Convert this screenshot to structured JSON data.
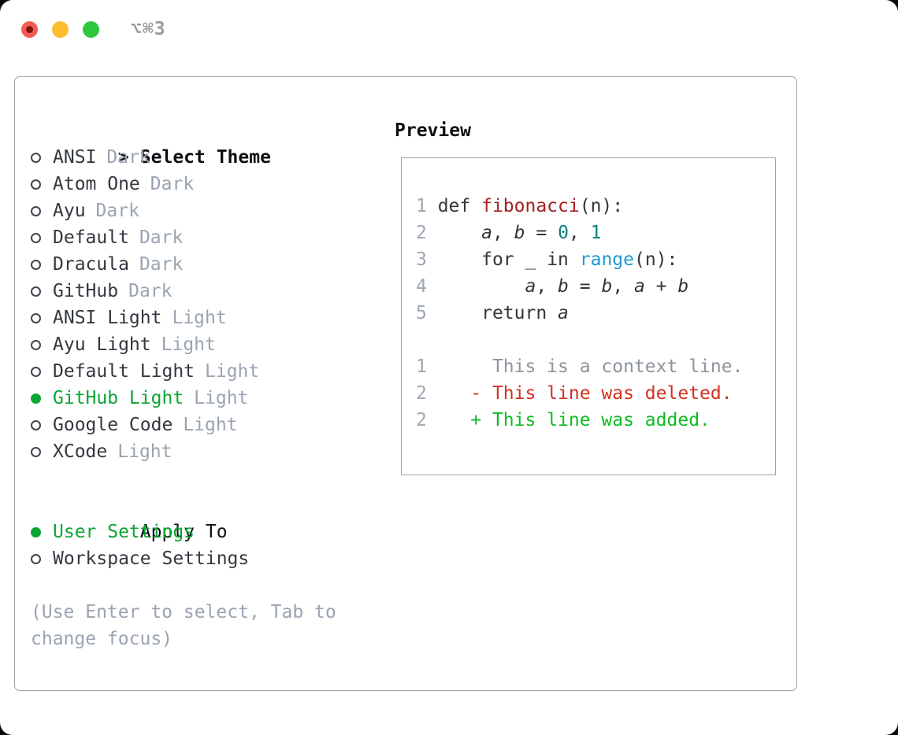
{
  "titlebar": {
    "title": "⌥⌘3",
    "buttons": [
      "close",
      "minimize",
      "zoom"
    ]
  },
  "colors": {
    "selected_green": "#0aa534",
    "added_green": "#0cbc20",
    "deleted_red": "#d2301f",
    "function_red": "#a51d1d",
    "builtin_blue": "#1f9bd1",
    "number_teal": "#0a8181",
    "border_gray": "#9ba3ae",
    "muted_gray": "#9aa4b1",
    "traffic_red": "#f35c53",
    "traffic_yellow": "#fdbc2f",
    "traffic_green": "#2dc63e"
  },
  "theme_selector": {
    "cursor": ">",
    "header": "Select Theme",
    "items": [
      {
        "label": "ANSI",
        "variant": "Dark",
        "selected": false
      },
      {
        "label": "Atom One",
        "variant": "Dark",
        "selected": false
      },
      {
        "label": "Ayu",
        "variant": "Dark",
        "selected": false
      },
      {
        "label": "Default",
        "variant": "Dark",
        "selected": false
      },
      {
        "label": "Dracula",
        "variant": "Dark",
        "selected": false
      },
      {
        "label": "GitHub",
        "variant": "Dark",
        "selected": false
      },
      {
        "label": "ANSI Light",
        "variant": "Light",
        "selected": false
      },
      {
        "label": "Ayu Light",
        "variant": "Light",
        "selected": false
      },
      {
        "label": "Default Light",
        "variant": "Light",
        "selected": false
      },
      {
        "label": "GitHub Light",
        "variant": "Light",
        "selected": true
      },
      {
        "label": "Google Code",
        "variant": "Light",
        "selected": false
      },
      {
        "label": "XCode",
        "variant": "Light",
        "selected": false
      }
    ]
  },
  "apply_to": {
    "header": "Apply To",
    "options": [
      {
        "label": "User Settings",
        "selected": true
      },
      {
        "label": "Workspace Settings",
        "selected": false
      }
    ]
  },
  "help": {
    "line1": "(Use Enter to select, Tab to",
    "line2": "change focus)"
  },
  "preview": {
    "header": "Preview",
    "lines": [
      {
        "num": "1",
        "segments": [
          {
            "text": "def ",
            "style": "keyword"
          },
          {
            "text": "fibonacci",
            "style": "function"
          },
          {
            "text": "(n):",
            "style": "plain"
          }
        ]
      },
      {
        "num": "2",
        "segments": [
          {
            "text": "    ",
            "style": "plain"
          },
          {
            "text": "a",
            "style": "var"
          },
          {
            "text": ", ",
            "style": "plain"
          },
          {
            "text": "b",
            "style": "var"
          },
          {
            "text": " = ",
            "style": "plain"
          },
          {
            "text": "0",
            "style": "number"
          },
          {
            "text": ", ",
            "style": "plain"
          },
          {
            "text": "1",
            "style": "number"
          }
        ]
      },
      {
        "num": "3",
        "segments": [
          {
            "text": "    ",
            "style": "plain"
          },
          {
            "text": "for",
            "style": "keyword"
          },
          {
            "text": " _ ",
            "style": "plain"
          },
          {
            "text": "in",
            "style": "keyword"
          },
          {
            "text": " ",
            "style": "plain"
          },
          {
            "text": "range",
            "style": "builtin"
          },
          {
            "text": "(n):",
            "style": "plain"
          }
        ]
      },
      {
        "num": "4",
        "segments": [
          {
            "text": "        ",
            "style": "plain"
          },
          {
            "text": "a",
            "style": "var"
          },
          {
            "text": ", ",
            "style": "plain"
          },
          {
            "text": "b",
            "style": "var"
          },
          {
            "text": " = ",
            "style": "plain"
          },
          {
            "text": "b",
            "style": "var"
          },
          {
            "text": ", ",
            "style": "plain"
          },
          {
            "text": "a",
            "style": "var"
          },
          {
            "text": " + ",
            "style": "plain"
          },
          {
            "text": "b",
            "style": "var"
          }
        ]
      },
      {
        "num": "5",
        "segments": [
          {
            "text": "    ",
            "style": "plain"
          },
          {
            "text": "return",
            "style": "keyword"
          },
          {
            "text": " ",
            "style": "plain"
          },
          {
            "text": "a",
            "style": "var"
          }
        ]
      },
      {
        "num": "",
        "segments": []
      },
      {
        "num": "1",
        "segments": [
          {
            "text": "     This is a context line.",
            "style": "context"
          }
        ]
      },
      {
        "num": "2",
        "segments": [
          {
            "text": "   ",
            "style": "plain"
          },
          {
            "text": "- This line was deleted.",
            "style": "del"
          }
        ]
      },
      {
        "num": "2",
        "segments": [
          {
            "text": "   ",
            "style": "plain"
          },
          {
            "text": "+ This line was added.",
            "style": "add"
          }
        ]
      }
    ]
  }
}
